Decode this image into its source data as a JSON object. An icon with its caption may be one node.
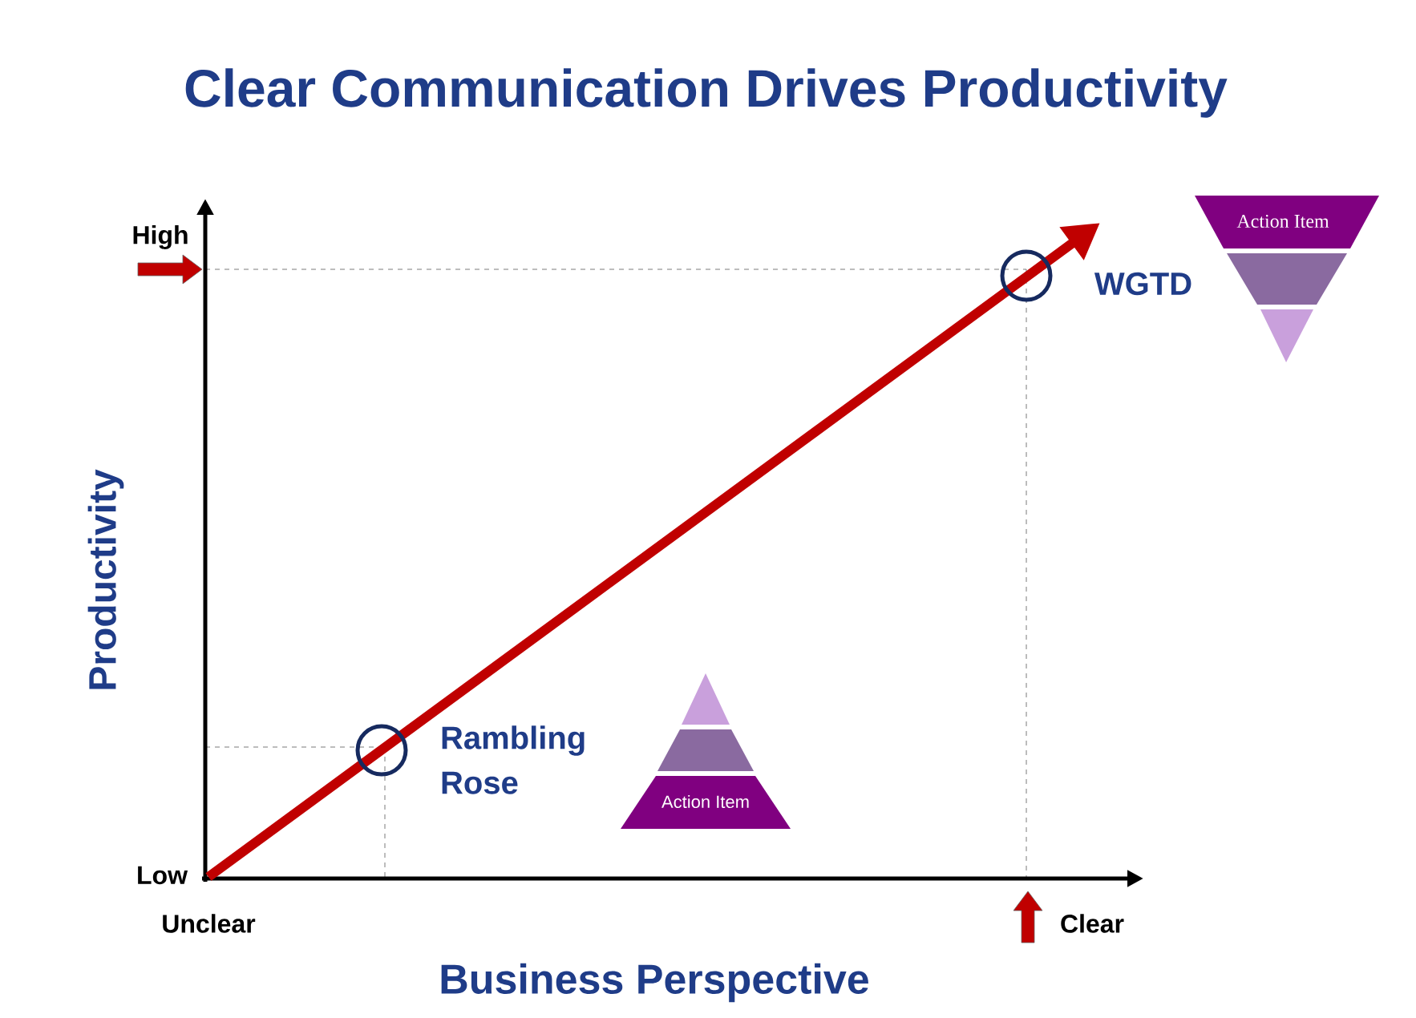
{
  "diagram": {
    "title": "Clear Communication Drives Productivity",
    "nodes": [
      {
        "text": [],
        "shape": "circle"
      },
      {
        "text": [],
        "shape": "circle"
      },
      {
        "text": [
          "Action Item"
        ]
      },
      {
        "text": [
          "Action Item"
        ]
      }
    ],
    "labels": [
      "High",
      "WGTD",
      "Productivity",
      "Rambling Rose",
      "Low",
      "Unclear",
      "Clear",
      "Business Perspective"
    ]
  }
}
